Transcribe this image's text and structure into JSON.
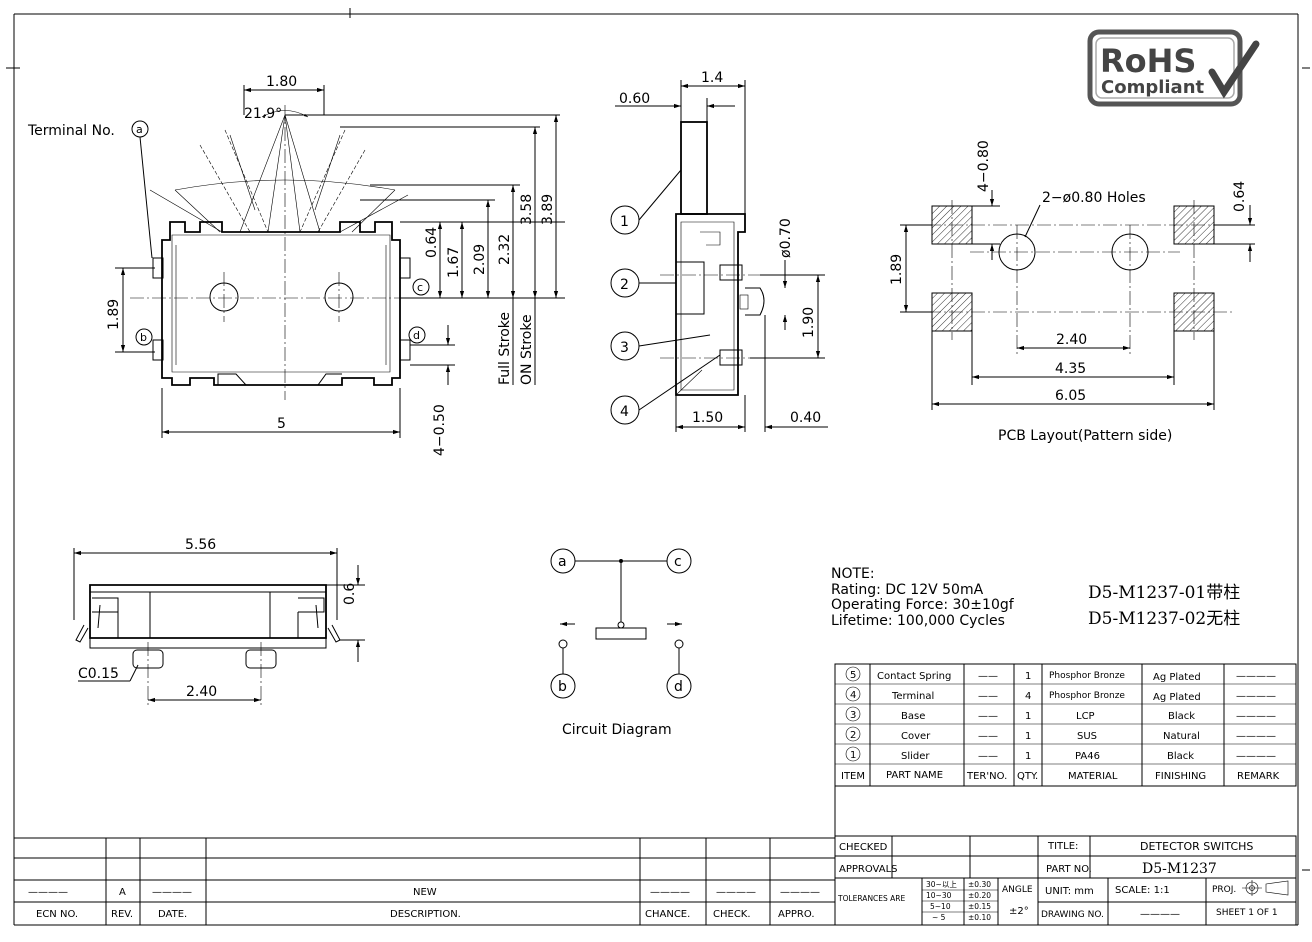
{
  "rohs": {
    "line1": "RoHS",
    "line2": "Compliant"
  },
  "top_view": {
    "terminal_label": "Terminal  No.",
    "terminals": {
      "a": "a",
      "b": "b",
      "c": "c",
      "d": "d"
    },
    "dims": {
      "width_180": "1.80",
      "angle": "21.9°",
      "h064": "0.64",
      "h167": "1.67",
      "h209": "2.09",
      "h232": "2.32",
      "h358": "3.58",
      "h389": "3.89",
      "left189": "1.89",
      "bottom5": "5",
      "term050": "4−0.50"
    },
    "full_stroke": "Full Stroke",
    "on_stroke": "ON Stroke"
  },
  "side_view": {
    "callouts": [
      "1",
      "2",
      "3",
      "4"
    ],
    "dims": {
      "w14": "1.4",
      "w060": "0.60",
      "d070": "ø0.70",
      "h190": "1.90",
      "w150": "1.50",
      "w040": "0.40"
    }
  },
  "pcb": {
    "dims": {
      "pad080": "4−0.80",
      "holes": "2−ø0.80  Holes",
      "h064": "0.64",
      "h189": "1.89",
      "w240": "2.40",
      "w435": "4.35",
      "w605": "6.05"
    },
    "caption": "PCB Layout(Pattern side)"
  },
  "front_view": {
    "dims": {
      "w556": "5.56",
      "h06": "0.6",
      "c015": "C0.15",
      "w240": "2.40"
    }
  },
  "circuit": {
    "a": "a",
    "b": "b",
    "c": "c",
    "d": "d",
    "caption": "Circuit  Diagram"
  },
  "notes": {
    "heading": "NOTE:",
    "lines": [
      "Rating:  DC  12V  50mA",
      "Operating  Force:  30±10gf",
      "Lifetime:    100,000  Cycles"
    ],
    "models": [
      "D5-M1237-01带柱",
      "D5-M1237-02无柱"
    ]
  },
  "bom": {
    "headers": [
      "ITEM",
      "PART NAME",
      "TER'NO.",
      "QTY.",
      "MATERIAL",
      "FINISHING",
      "REMARK"
    ],
    "rows": [
      {
        "item": "5",
        "part": "Contact Spring",
        "ter": "——",
        "qty": "1",
        "material": "Phosphor Bronze",
        "finish": "Ag Plated",
        "remark": "————"
      },
      {
        "item": "4",
        "part": "Terminal",
        "ter": "——",
        "qty": "4",
        "material": "Phosphor Bronze",
        "finish": "Ag Plated",
        "remark": "————"
      },
      {
        "item": "3",
        "part": "Base",
        "ter": "——",
        "qty": "1",
        "material": "LCP",
        "finish": "Black",
        "remark": "————"
      },
      {
        "item": "2",
        "part": "Cover",
        "ter": "——",
        "qty": "1",
        "material": "SUS",
        "finish": "Natural",
        "remark": "————"
      },
      {
        "item": "1",
        "part": "Slider",
        "ter": "——",
        "qty": "1",
        "material": "PA46",
        "finish": "Black",
        "remark": "————"
      }
    ]
  },
  "title_block": {
    "checked": "CHECKED",
    "approvals": "APPROVALS",
    "title_label": "TITLE:",
    "title_value": "DETECTOR  SWITCHS",
    "part_label": "PART  NO.",
    "part_value": "D5-M1237",
    "tolerances_label": "TOLERANCES  ARE",
    "tol_ranges": [
      "30~以上",
      "10~30",
      "5~10",
      "~ 5"
    ],
    "tol_values": [
      "±0.30",
      "±0.20",
      "±0.15",
      "±0.10"
    ],
    "angle_label": "ANGLE",
    "angle_value": "±2°",
    "unit": "UNIT:  mm",
    "scale": "SCALE:   1:1",
    "proj": "PROJ.",
    "drawing_no": "DRAWING  NO.",
    "drawing_no_value": "————",
    "sheet": "SHEET    1  OF  1"
  },
  "revision_block": {
    "headers": [
      "ECN  NO.",
      "REV.",
      "DATE.",
      "DESCRIPTION.",
      "CHANCE.",
      "CHECK.",
      "APPRO."
    ],
    "row": {
      "ecn": "————",
      "rev": "A",
      "date": "————",
      "desc": "NEW",
      "chance": "————",
      "check": "————",
      "appro": "————"
    }
  }
}
